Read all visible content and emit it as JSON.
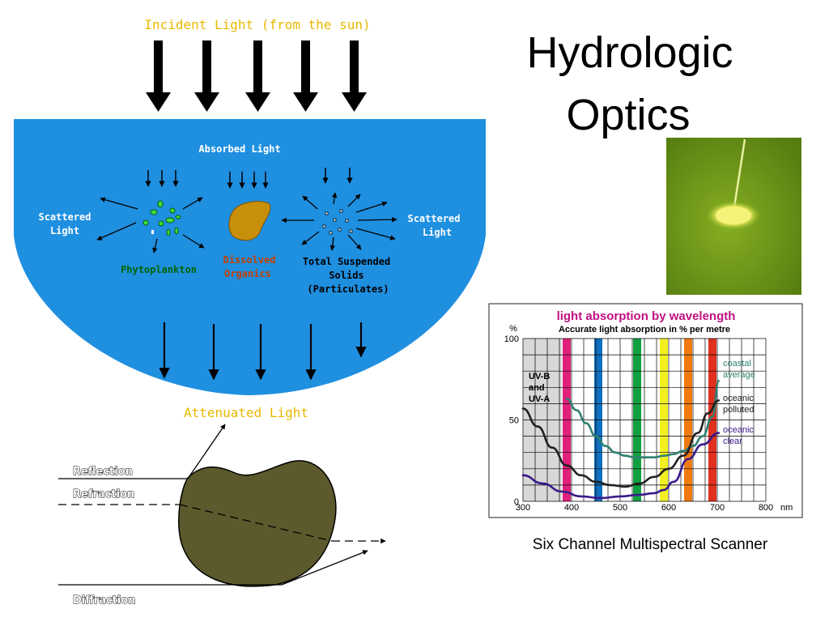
{
  "slide": {
    "title_line1": "Hydrologic",
    "title_line2": "Optics",
    "scanner_caption": "Six Channel Multispectral Scanner"
  },
  "water_diagram": {
    "incident_label": "Incident Light (from the sun)",
    "absorbed_label": "Absorbed Light",
    "scattered_left_line1": "Scattered",
    "scattered_left_line2": "Light",
    "scattered_right_line1": "Scattered",
    "scattered_right_line2": "Light",
    "phytoplankton_label": "Phytoplankton",
    "dissolved_line1": "Dissolved",
    "dissolved_line2": "Organics",
    "tss_line1": "Total Suspended",
    "tss_line2": "Solids",
    "tss_line3": "(Particulates)",
    "attenuated_label": "Attenuated Light",
    "colors": {
      "water": "#1f8fe0",
      "incident_text": "#e8b800",
      "phyto_text": "#006600",
      "dissolved_text": "#c04000",
      "organic_blob": "#c8900a"
    }
  },
  "particle_diagram": {
    "reflection_label": "Reflection",
    "refraction_label": "Refraction",
    "diffraction_label": "Diffraction",
    "colors": {
      "particle": "#5c5a2c"
    }
  },
  "photo": {
    "colors": {
      "background": "#6f9c1a",
      "glow": "#f6f37a"
    }
  },
  "chart_data": {
    "type": "line",
    "title": "light absorption by wavelength",
    "subtitle": "Accurate light absorption in % per metre",
    "ylabel": "%",
    "xlabel": "nm",
    "xlim": [
      300,
      800
    ],
    "ylim": [
      0,
      100
    ],
    "x_ticks": [
      "300",
      "400",
      "500",
      "600",
      "700",
      "800"
    ],
    "y_ticks": [
      "0",
      "50",
      "100"
    ],
    "uv_region_label_line1": "UV-B",
    "uv_region_label_line2": "and",
    "uv_region_label_line3": "UV-A",
    "uv_region": [
      300,
      380
    ],
    "channel_bands": [
      {
        "center": 390,
        "color": "#e0207a"
      },
      {
        "center": 455,
        "color": "#1070c0"
      },
      {
        "center": 535,
        "color": "#10a040"
      },
      {
        "center": 590,
        "color": "#f2f020"
      },
      {
        "center": 640,
        "color": "#f07a10"
      },
      {
        "center": 690,
        "color": "#e03020"
      }
    ],
    "series": [
      {
        "label_line1": "coastal",
        "label_line2": "average",
        "color": "#2e8070",
        "x": [
          390,
          410,
          430,
          450,
          470,
          490,
          510,
          530,
          550,
          570,
          590,
          610,
          630,
          650,
          670,
          690,
          703
        ],
        "y": [
          63,
          56,
          48,
          40,
          34,
          30,
          28,
          27,
          27,
          27,
          28,
          29,
          31,
          34,
          40,
          52,
          74
        ]
      },
      {
        "label_line1": "oceanic",
        "label_line2": "polluted",
        "color": "#202020",
        "x": [
          300,
          330,
          360,
          390,
          420,
          450,
          480,
          510,
          540,
          570,
          600,
          630,
          660,
          680,
          703
        ],
        "y": [
          57,
          46,
          33,
          22,
          16,
          12,
          10,
          9,
          11,
          15,
          20,
          28,
          42,
          54,
          62
        ]
      },
      {
        "label_line1": "oceanic",
        "label_line2": "clear",
        "color": "#3a1a8a",
        "x": [
          300,
          340,
          380,
          420,
          460,
          500,
          540,
          570,
          590,
          610,
          640,
          670,
          703
        ],
        "y": [
          16,
          11,
          6,
          3,
          2,
          3,
          4,
          5,
          7,
          12,
          26,
          35,
          42
        ]
      }
    ]
  }
}
